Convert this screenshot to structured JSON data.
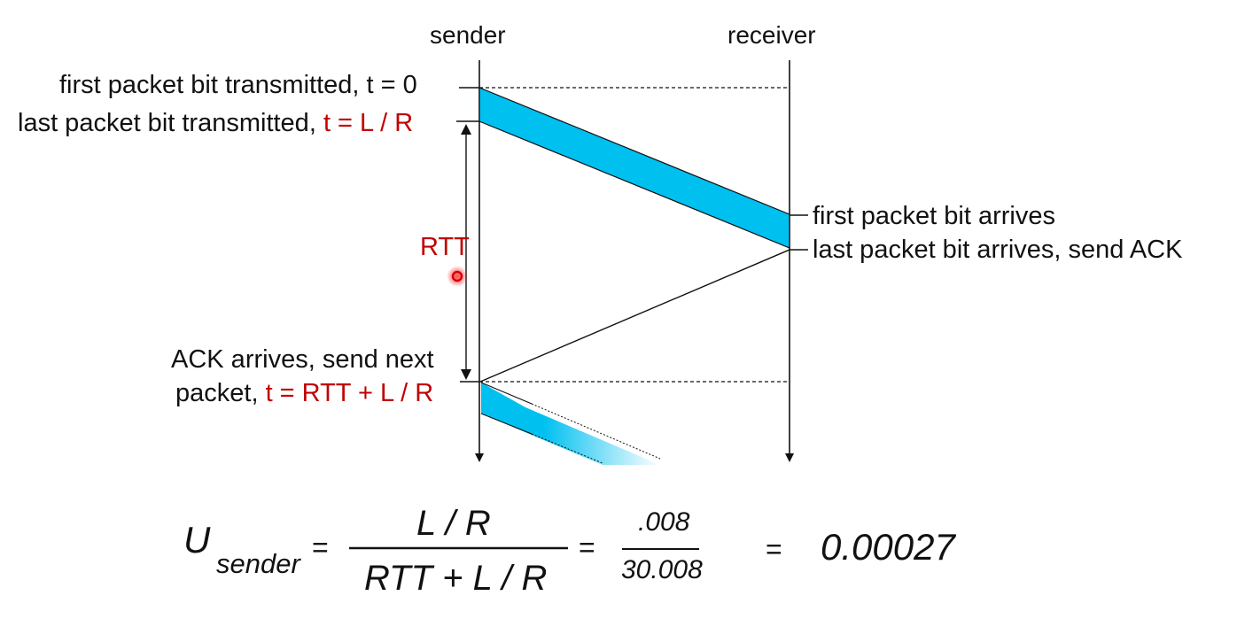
{
  "columns": {
    "sender": "sender",
    "receiver": "receiver"
  },
  "sender_events": {
    "first_bit": "first packet bit transmitted, t = 0",
    "last_bit_prefix": "last packet bit transmitted, ",
    "last_bit_time": "t = L / R",
    "ack_line1": "ACK arrives, send next",
    "ack_line2_prefix": "packet, ",
    "ack_line2_time": "t = RTT + L / R"
  },
  "receiver_events": {
    "first_bit": "first packet bit arrives",
    "last_bit": "last packet bit arrives, send ACK"
  },
  "rtt_label": "RTT",
  "formula": {
    "U": "U",
    "subscript": "sender",
    "eq1": "=",
    "numerator": "L / R",
    "denominator": "RTT + L / R",
    "eq2": "=",
    "num2": ".008",
    "den2": "30.008",
    "eq3": "=",
    "result": "0.00027"
  },
  "colors": {
    "packet": "#00c0f0",
    "accent": "#c00000",
    "pointer": "#ff1a1a"
  }
}
